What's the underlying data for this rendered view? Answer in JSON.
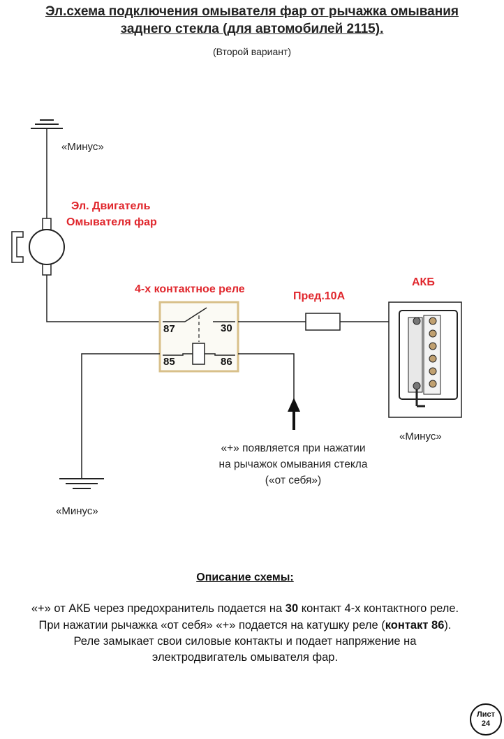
{
  "title": {
    "line1": "Эл.схема подключения омывателя фар от рычажка омывания",
    "line2": "заднего стекла (для автомобилей 2115)."
  },
  "subtitle": "(Второй вариант)",
  "labels": {
    "minus_top": "«Минус»",
    "motor_line1": "Эл. Двигатель",
    "motor_line2": "Омывателя фар",
    "relay": "4-х контактное реле",
    "fuse": "Пред.10А",
    "battery": "АКБ",
    "minus_battery": "«Минус»",
    "minus_bottom": "«Минус»",
    "hint_line1": "«+» появляется при нажатии",
    "hint_line2": "на рычажок омывания стекла",
    "hint_line3": "(«от себя»)"
  },
  "relay_pins": {
    "p87": "87",
    "p30": "30",
    "p85": "85",
    "p86": "86"
  },
  "description": {
    "title": "Описание схемы:",
    "l1_a": "«+» от АКБ через предохранитель подается на ",
    "l1_b": "30",
    "l1_c": " контакт 4-х контактного реле.",
    "l2_a": "При нажатии рычажка «от себя» «+» подается на катушку реле (",
    "l2_b": "контакт 86",
    "l2_c": ").",
    "l3": "Реле замыкает свои силовые контакты и подает напряжение на",
    "l4": "электродвигатель омывателя фар."
  },
  "sheet": {
    "label": "Лист",
    "number": "24"
  },
  "colors": {
    "accent_red": "#e0262c",
    "relay_border": "#d8c08a",
    "wire": "#222222"
  }
}
